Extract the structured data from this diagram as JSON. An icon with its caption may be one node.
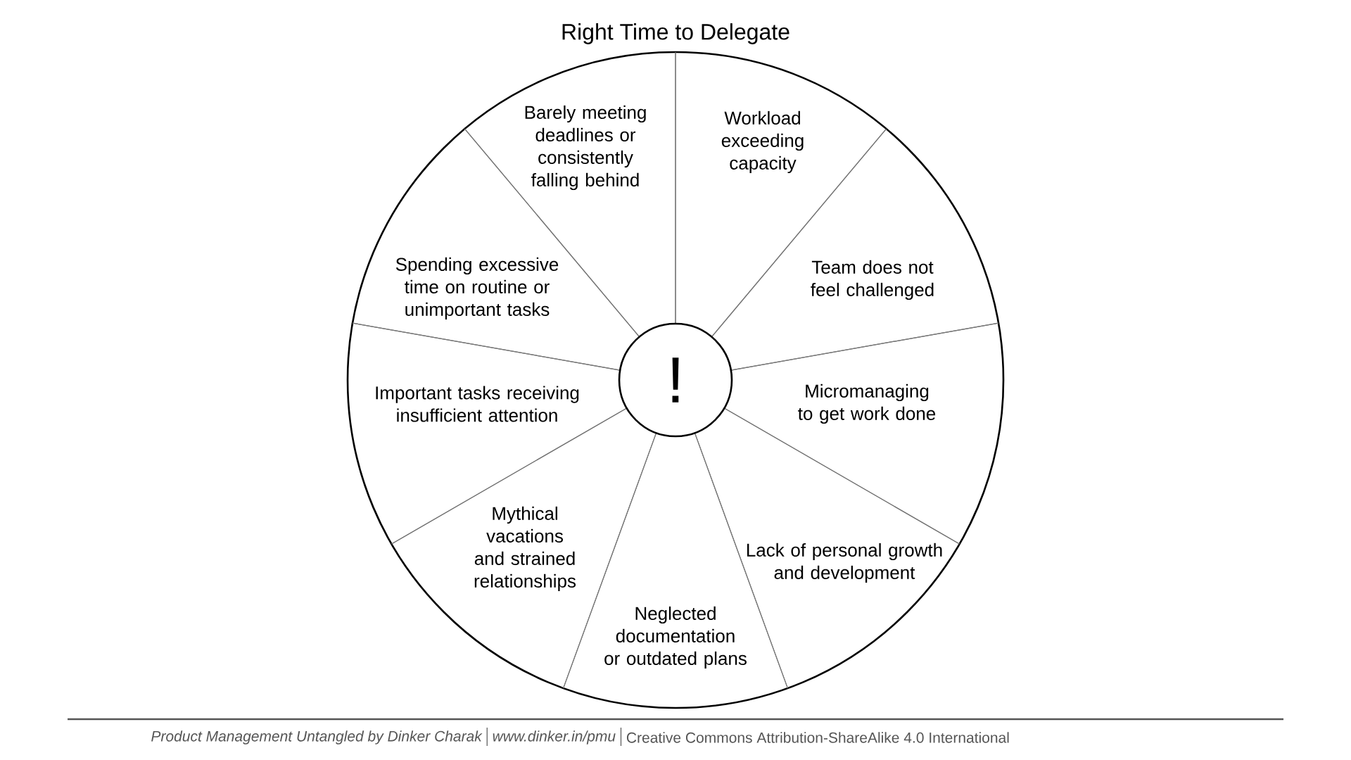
{
  "diagram": {
    "title": "Right Time to Delegate",
    "nodes": [
      {
        "text": [
          "!"
        ]
      },
      {
        "text": [
          "Workload exceeding capacity"
        ]
      },
      {
        "text": [
          "Team does not feel challenged"
        ]
      },
      {
        "text": [
          "Micromanaging to get work done"
        ]
      },
      {
        "text": [
          "Lack of personal growth and development"
        ]
      },
      {
        "text": [
          "Neglected documentation or outdated plans"
        ]
      },
      {
        "text": [
          "Mythical vacations and strained relationships"
        ]
      },
      {
        "text": [
          "Important tasks receiving insufficient attention"
        ]
      },
      {
        "text": [
          "Spending excessive time on routine or unimportant tasks"
        ]
      },
      {
        "text": [
          "Barely meeting deadlines or consistently falling behind"
        ]
      }
    ],
    "labels": [
      "Product Management Untangled by Dinker Charak",
      "www.dinker.in/pmu",
      "Creative Commons Attribution-ShareAlike 4.0 International"
    ]
  }
}
